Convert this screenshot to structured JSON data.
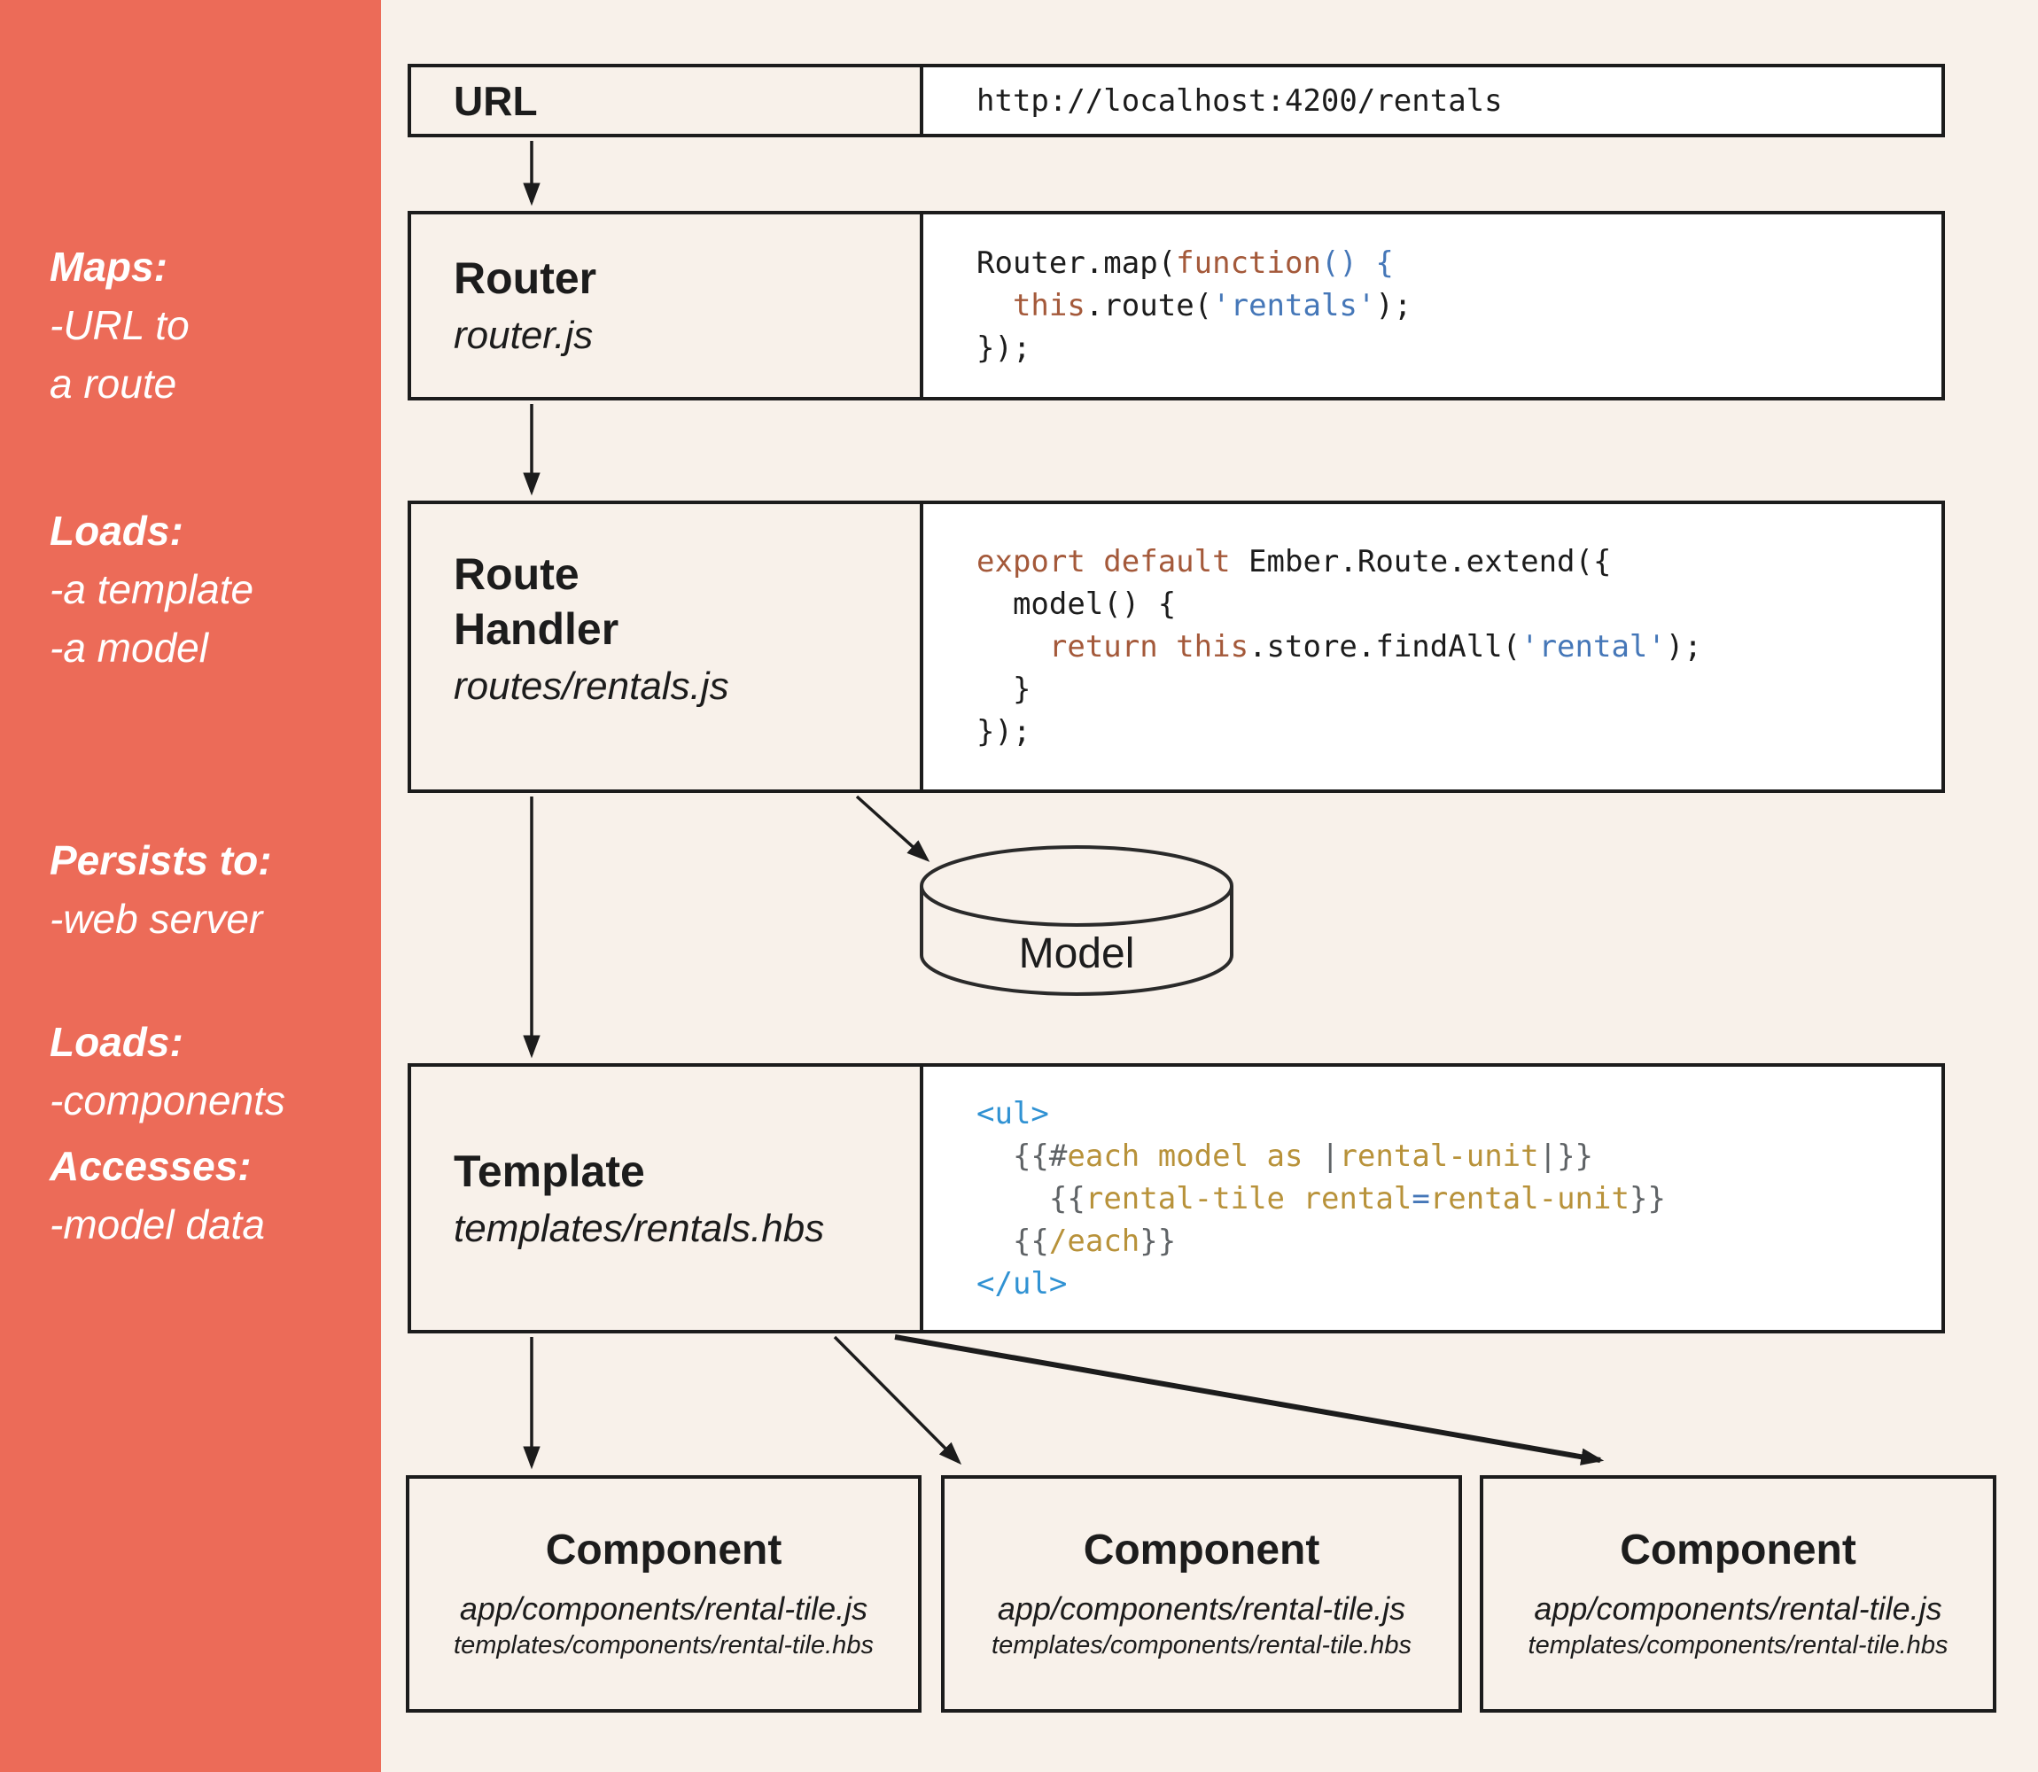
{
  "colors": {
    "sidebar_red": "#ec6b58",
    "background_cream": "#f8f1ea",
    "panel_white": "#ffffff",
    "border_black": "#1c1c1c",
    "keyword_brown": "#a4593a",
    "code_blue": "#4577b8",
    "tag_light_blue": "#3092d3",
    "handlebars_gold": "#b8923a",
    "brace_gray": "#5f6366"
  },
  "sidebar": {
    "notes": [
      {
        "title": "Maps:",
        "lines": [
          "-URL to",
          "a route"
        ]
      },
      {
        "title": "Loads:",
        "lines": [
          "-a template",
          "-a model"
        ]
      },
      {
        "title": "Persists to:",
        "lines": [
          "-web server"
        ]
      },
      {
        "title": "Loads:",
        "lines": [
          "-components"
        ]
      },
      {
        "title": "Accesses:",
        "lines": [
          "-model data"
        ]
      }
    ]
  },
  "nodes": {
    "url": {
      "title": "URL",
      "code": [
        [
          {
            "t": "http://localhost:4200/rentals",
            "c": "k"
          }
        ]
      ]
    },
    "router": {
      "title": "Router",
      "subtitle": "router.js",
      "code": [
        [
          {
            "t": "Router.map(",
            "c": "k"
          },
          {
            "t": "function",
            "c": "w"
          },
          {
            "t": "()",
            "c": "b"
          },
          {
            "t": " ",
            "c": "k"
          },
          {
            "t": "{",
            "c": "b"
          }
        ],
        [
          {
            "t": "  ",
            "c": "k"
          },
          {
            "t": "this",
            "c": "w"
          },
          {
            "t": ".route(",
            "c": "k"
          },
          {
            "t": "'rentals'",
            "c": "b"
          },
          {
            "t": ");",
            "c": "k"
          }
        ],
        [
          {
            "t": "});",
            "c": "k"
          }
        ]
      ]
    },
    "route_handler": {
      "title_lines": [
        "Route",
        "Handler"
      ],
      "subtitle": "routes/rentals.js",
      "code": [
        [
          {
            "t": "export default ",
            "c": "w"
          },
          {
            "t": "Ember.Route.extend({",
            "c": "k"
          }
        ],
        [
          {
            "t": "  model() {",
            "c": "k"
          }
        ],
        [
          {
            "t": "    ",
            "c": "k"
          },
          {
            "t": "return this",
            "c": "w"
          },
          {
            "t": ".store.findAll(",
            "c": "k"
          },
          {
            "t": "'rental'",
            "c": "b"
          },
          {
            "t": ");",
            "c": "k"
          }
        ],
        [
          {
            "t": "  }",
            "c": "k"
          }
        ],
        [
          {
            "t": "});",
            "c": "k"
          }
        ]
      ]
    },
    "model": {
      "label": "Model"
    },
    "template": {
      "title": "Template",
      "subtitle": "templates/rentals.hbs",
      "code": [
        [
          {
            "t": "<ul>",
            "c": "t"
          }
        ],
        [
          {
            "t": "  ",
            "c": "k"
          },
          {
            "t": "{{#",
            "c": "y"
          },
          {
            "t": "each model as ",
            "c": "g"
          },
          {
            "t": "|",
            "c": "y"
          },
          {
            "t": "rental-unit",
            "c": "g"
          },
          {
            "t": "|}}",
            "c": "y"
          }
        ],
        [
          {
            "t": "    ",
            "c": "k"
          },
          {
            "t": "{{",
            "c": "y"
          },
          {
            "t": "rental-tile rental",
            "c": "g"
          },
          {
            "t": "=",
            "c": "b"
          },
          {
            "t": "rental-unit",
            "c": "g"
          },
          {
            "t": "}}",
            "c": "y"
          }
        ],
        [
          {
            "t": "  ",
            "c": "k"
          },
          {
            "t": "{{",
            "c": "y"
          },
          {
            "t": "/each",
            "c": "g"
          },
          {
            "t": "}}",
            "c": "y"
          }
        ],
        [
          {
            "t": "</ul>",
            "c": "t"
          }
        ]
      ]
    },
    "components": [
      {
        "title": "Component",
        "file_js": "app/components/rental-tile.js",
        "file_hbs": "templates/components/rental-tile.hbs"
      },
      {
        "title": "Component",
        "file_js": "app/components/rental-tile.js",
        "file_hbs": "templates/components/rental-tile.hbs"
      },
      {
        "title": "Component",
        "file_js": "app/components/rental-tile.js",
        "file_hbs": "templates/components/rental-tile.hbs"
      }
    ]
  }
}
